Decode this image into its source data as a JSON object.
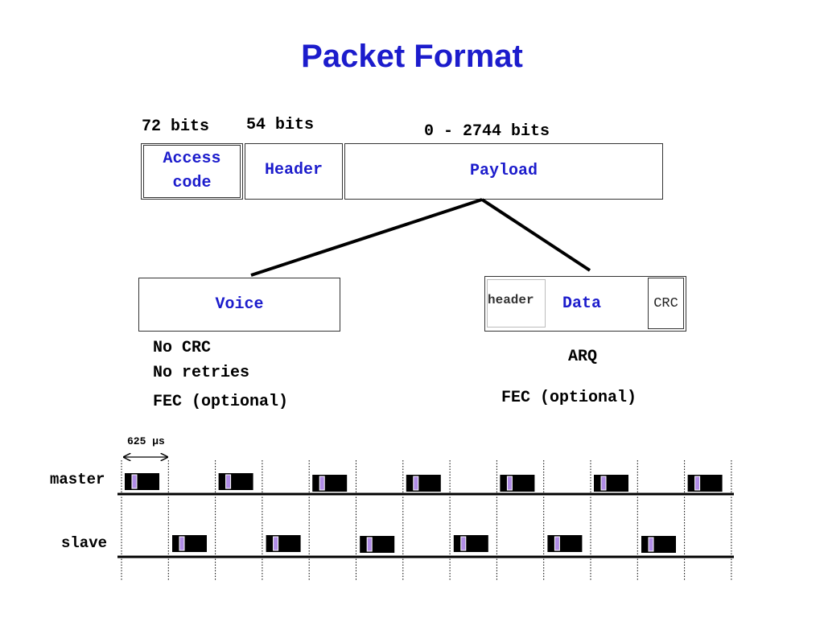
{
  "title": "Packet Format",
  "packet": {
    "access_code_bits": "72 bits",
    "header_bits": "54 bits",
    "payload_bits": "0 - 2744 bits",
    "access_code_label_1": "Access",
    "access_code_label_2": "code",
    "header_label": "Header",
    "payload_label": "Payload"
  },
  "voice": {
    "label": "Voice",
    "notes": [
      "No CRC",
      "No retries",
      "FEC (optional)"
    ]
  },
  "data": {
    "header_label": "header",
    "label": "Data",
    "crc_label": "CRC",
    "notes": [
      "ARQ",
      "FEC (optional)"
    ]
  },
  "timing": {
    "slot_label": "625 µs",
    "master_label": "master",
    "slave_label": "slave"
  },
  "colors": {
    "title": "#1c1ccc",
    "packet_fill": "#000000",
    "packet_marker": "#b08ce6"
  }
}
